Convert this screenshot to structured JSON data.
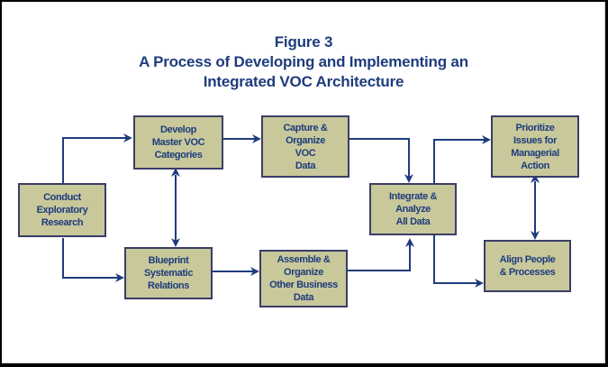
{
  "figure": {
    "label": "Figure 3",
    "title_line1": "A Process of Developing and Implementing an",
    "title_line2": "Integrated VOC Architecture"
  },
  "colors": {
    "box_fill": "#c8c89b",
    "box_border": "#3a3d66",
    "text": "#1e3c7c",
    "arrow": "#1e3c7c"
  },
  "nodes": [
    {
      "id": "conduct",
      "label": "Conduct\nExploratory\nResearch"
    },
    {
      "id": "develop",
      "label": "Develop\nMaster VOC\nCategories"
    },
    {
      "id": "blueprint",
      "label": "Blueprint\nSystematic\nRelations"
    },
    {
      "id": "capture",
      "label": "Capture &\nOrganize\nVOC\nData"
    },
    {
      "id": "assemble",
      "label": "Assemble &\nOrganize\nOther Business\nData"
    },
    {
      "id": "integrate",
      "label": "Integrate &\nAnalyze\nAll Data"
    },
    {
      "id": "prioritize",
      "label": "Prioritize\nIssues for\nManagerial\nAction"
    },
    {
      "id": "align",
      "label": "Align People\n& Processes"
    }
  ],
  "edges": [
    {
      "from": "conduct",
      "to": "develop",
      "type": "one-way"
    },
    {
      "from": "conduct",
      "to": "blueprint",
      "type": "one-way"
    },
    {
      "from": "develop",
      "to": "blueprint",
      "type": "two-way"
    },
    {
      "from": "develop",
      "to": "capture",
      "type": "one-way"
    },
    {
      "from": "blueprint",
      "to": "assemble",
      "type": "one-way"
    },
    {
      "from": "capture",
      "to": "integrate",
      "type": "one-way"
    },
    {
      "from": "assemble",
      "to": "integrate",
      "type": "one-way"
    },
    {
      "from": "integrate",
      "to": "prioritize",
      "type": "one-way"
    },
    {
      "from": "integrate",
      "to": "align",
      "type": "one-way"
    },
    {
      "from": "prioritize",
      "to": "align",
      "type": "two-way"
    }
  ]
}
